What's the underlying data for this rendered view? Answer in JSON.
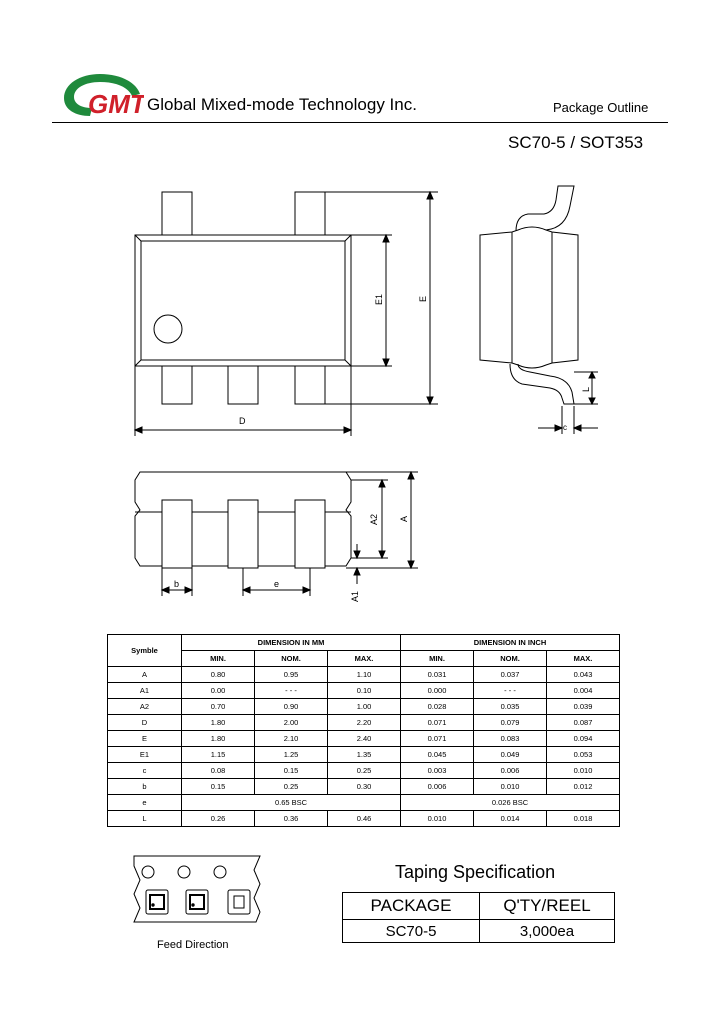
{
  "header": {
    "logo_text": "GMT",
    "company": "Global Mixed-mode Technology Inc.",
    "doc_type": "Package Outline",
    "part_number": "SC70-5 / SOT353"
  },
  "drawing_labels": {
    "D": "D",
    "E": "E",
    "E1": "E1",
    "L": "L",
    "c": "c",
    "A": "A",
    "A1": "A1",
    "A2": "A2",
    "b": "b",
    "e": "e"
  },
  "dimension_table": {
    "symbol_header": "Symble",
    "mm_header": "DIMENSION IN MM",
    "inch_header": "DIMENSION IN INCH",
    "sub_headers": [
      "MIN.",
      "NOM.",
      "MAX.",
      "MIN.",
      "NOM.",
      "MAX."
    ],
    "rows": [
      {
        "sym": "A",
        "mm": [
          "0.80",
          "0.95",
          "1.10"
        ],
        "inch": [
          "0.031",
          "0.037",
          "0.043"
        ]
      },
      {
        "sym": "A1",
        "mm": [
          "0.00",
          "- - -",
          "0.10"
        ],
        "inch": [
          "0.000",
          "- - -",
          "0.004"
        ]
      },
      {
        "sym": "A2",
        "mm": [
          "0.70",
          "0.90",
          "1.00"
        ],
        "inch": [
          "0.028",
          "0.035",
          "0.039"
        ]
      },
      {
        "sym": "D",
        "mm": [
          "1.80",
          "2.00",
          "2.20"
        ],
        "inch": [
          "0.071",
          "0.079",
          "0.087"
        ]
      },
      {
        "sym": "E",
        "mm": [
          "1.80",
          "2.10",
          "2.40"
        ],
        "inch": [
          "0.071",
          "0.083",
          "0.094"
        ]
      },
      {
        "sym": "E1",
        "mm": [
          "1.15",
          "1.25",
          "1.35"
        ],
        "inch": [
          "0.045",
          "0.049",
          "0.053"
        ]
      },
      {
        "sym": "c",
        "mm": [
          "0.08",
          "0.15",
          "0.25"
        ],
        "inch": [
          "0.003",
          "0.006",
          "0.010"
        ]
      },
      {
        "sym": "b",
        "mm": [
          "0.15",
          "0.25",
          "0.30"
        ],
        "inch": [
          "0.006",
          "0.010",
          "0.012"
        ]
      },
      {
        "sym": "e",
        "mm_bsc": "0.65 BSC",
        "inch_bsc": "0.026 BSC"
      },
      {
        "sym": "L",
        "mm": [
          "0.26",
          "0.36",
          "0.46"
        ],
        "inch": [
          "0.010",
          "0.014",
          "0.018"
        ]
      }
    ]
  },
  "taping": {
    "title": "Taping Specification",
    "headers": [
      "PACKAGE",
      "Q'TY/REEL"
    ],
    "values": [
      "SC70-5",
      "3,000ea"
    ],
    "feed_direction": "Feed Direction"
  },
  "colors": {
    "logo_green": "#1f8a3c",
    "logo_red": "#d0202a"
  }
}
